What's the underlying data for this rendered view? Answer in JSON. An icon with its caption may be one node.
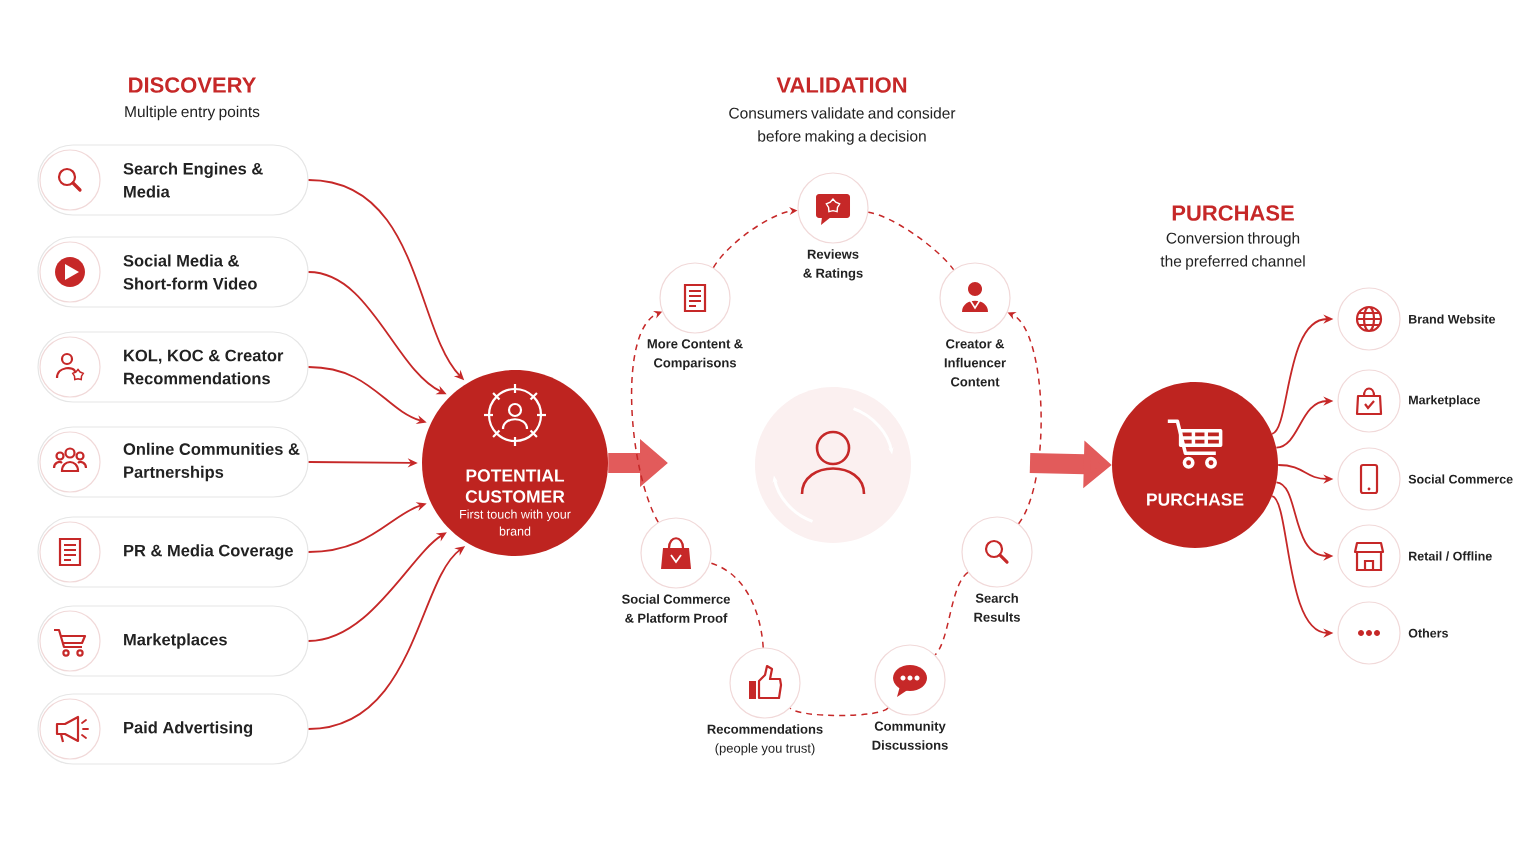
{
  "diagram": {
    "nodes": [
      {
        "text": [
          "POTENTIAL CUSTOMER",
          "First touch with your brand"
        ]
      },
      {
        "text": [
          "Search Engines & Media"
        ]
      },
      {
        "text": [
          "Social Media & Short-form Video"
        ]
      },
      {
        "text": [
          "KOL, KOC & Creator Recommendations"
        ]
      },
      {
        "text": [
          "Online Communities & Partnerships"
        ]
      },
      {
        "text": [
          "PR & Media Coverage"
        ]
      },
      {
        "text": [
          "Marketplaces"
        ]
      },
      {
        "text": [
          "Paid Advertising"
        ]
      },
      {
        "text": [
          "Reviews & Ratings"
        ]
      },
      {
        "text": [
          "Creator & Influencer Content"
        ]
      },
      {
        "text": [
          "Search Results"
        ]
      },
      {
        "text": [
          "Community Discussions"
        ]
      },
      {
        "text": [
          "**Recommendations** (people you trust)"
        ]
      },
      {
        "text": [
          "Social Commerce & Platform Proof"
        ]
      },
      {
        "text": [
          "More Content & Comparisons"
        ]
      },
      {
        "text": [
          "PURCHASE"
        ]
      },
      {
        "text": [
          "Brand Website"
        ]
      },
      {
        "text": [
          "Marketplace"
        ]
      },
      {
        "text": [
          "Social Commerce"
        ]
      },
      {
        "text": [
          "Retail / Offline"
        ]
      },
      {
        "text": [
          "Others"
        ]
      }
    ],
    "edges": [
      {
        "from": 1,
        "to": 0,
        "arrow": "to"
      },
      {
        "from": 2,
        "to": 0,
        "arrow": "to"
      },
      {
        "from": 3,
        "to": 0,
        "arrow": "to"
      },
      {
        "from": 4,
        "to": 0,
        "arrow": "to"
      },
      {
        "from": 5,
        "to": 0,
        "arrow": "to"
      },
      {
        "from": 6,
        "to": 0,
        "arrow": "to"
      },
      {
        "from": 7,
        "to": 0,
        "arrow": "to"
      },
      {
        "from": 0,
        "to": null,
        "arrow": "to",
        "style": "thick",
        "color": "#e25b5b"
      },
      {
        "from": 14,
        "to": 8,
        "arrow": "to",
        "style": "dashed"
      },
      {
        "from": 8,
        "to": 9,
        "arrow": "none",
        "style": "dashed"
      },
      {
        "from": 10,
        "to": 9,
        "arrow": "to",
        "style": "dashed"
      },
      {
        "from": 10,
        "to": 11,
        "arrow": "none",
        "style": "dashed"
      },
      {
        "from": 11,
        "to": 12,
        "arrow": "none",
        "style": "dashed"
      },
      {
        "from": 12,
        "to": 13,
        "arrow": "none",
        "style": "dashed"
      },
      {
        "from": 13,
        "to": 14,
        "arrow": "to",
        "style": "dashed"
      },
      {
        "from": null,
        "to": 15,
        "arrow": "to",
        "style": "thick",
        "color": "#e25b5b"
      },
      {
        "from": 15,
        "to": 16,
        "arrow": "to"
      },
      {
        "from": 15,
        "to": 17,
        "arrow": "to"
      },
      {
        "from": 15,
        "to": 18,
        "arrow": "to"
      },
      {
        "from": 15,
        "to": 19,
        "arrow": "to"
      },
      {
        "from": 15,
        "to": 20,
        "arrow": "to"
      }
    ],
    "labels": [
      "DISCOVERY",
      "Multiple entry points",
      "VALIDATION",
      "Consumers validate and consider before making a decision",
      "PURCHASE",
      "Conversion through the preferred channel"
    ]
  }
}
